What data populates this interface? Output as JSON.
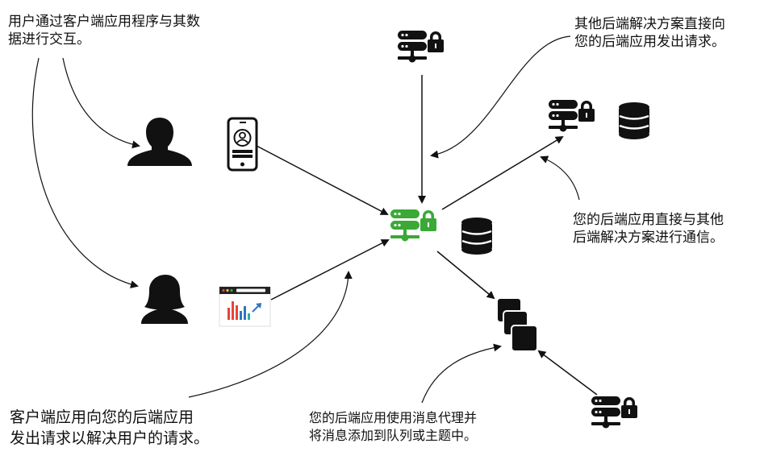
{
  "annotations": {
    "top_left": [
      "用户通过客户端应用程序与其数",
      "据进行交互。"
    ],
    "top_right": [
      "其他后端解决方案直接向",
      "您的后端应用发出请求。"
    ],
    "middle_right": [
      "您的后端应用直接与其他",
      "后端解决方案进行通信。"
    ],
    "bottom_left": [
      "客户端应用向您的后端应用",
      "发出请求以解决用户的请求。"
    ],
    "bottom_center": [
      "您的后端应用使用消息代理并",
      "将消息添加到队列或主题中。"
    ]
  },
  "colors": {
    "ink": "#111111",
    "primary_server": "#3aa935",
    "chart_red": "#e8443a",
    "chart_blue": "#2f74c0",
    "chart_teal": "#2ab0a0"
  },
  "icons": [
    "user-male-icon",
    "user-female-icon",
    "mobile-app-icon",
    "web-app-icon",
    "backend-server-lock-icon",
    "database-icon",
    "message-queue-icon"
  ]
}
